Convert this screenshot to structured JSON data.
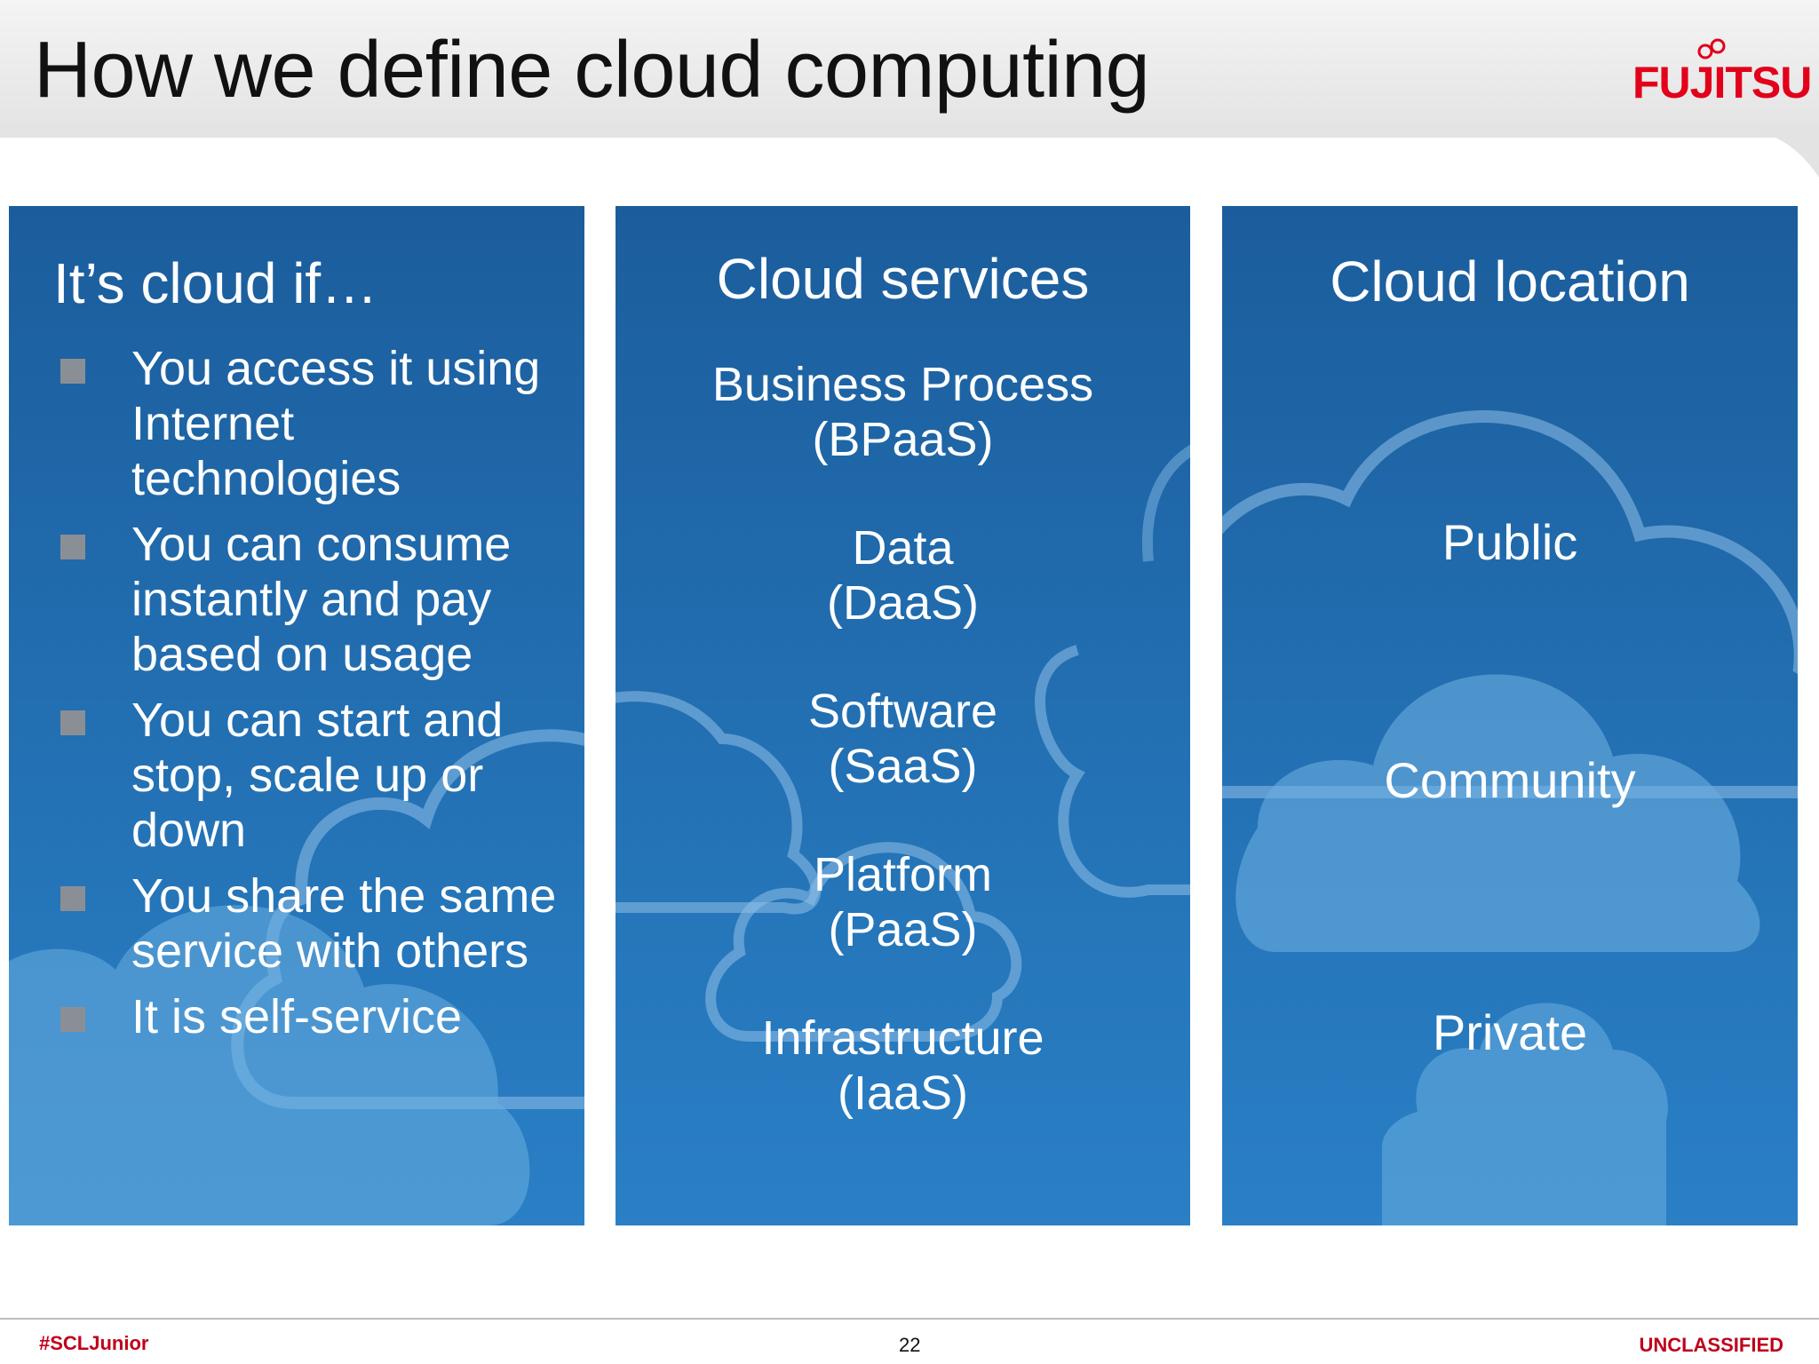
{
  "slide": {
    "title": "How we define cloud computing",
    "logo_text": "FUJITSU"
  },
  "panels": {
    "left": {
      "heading": "It’s cloud if…",
      "bullets": [
        "You access it using Internet technologies",
        "You can consume instantly and pay based on usage",
        "You can start and stop, scale up or down",
        "You share the same service with others",
        "It is self-service"
      ]
    },
    "middle": {
      "heading": "Cloud services",
      "services": [
        {
          "line1": "Business Process",
          "line2": "(BPaaS)"
        },
        {
          "line1": "Data",
          "line2": "(DaaS)"
        },
        {
          "line1": "Software",
          "line2": "(SaaS)"
        },
        {
          "line1": "Platform",
          "line2": "(PaaS)"
        },
        {
          "line1": "Infrastructure",
          "line2": "(IaaS)"
        }
      ]
    },
    "right": {
      "heading": "Cloud location",
      "locations": [
        "Public",
        "Community",
        "Private"
      ]
    }
  },
  "footer": {
    "hashtag": "#SCLJunior",
    "page_number": "22",
    "classification": "UNCLASSIFIED"
  },
  "colors": {
    "brand_red": "#e2001a",
    "panel_blue": "#2371b4",
    "bullet_gray": "#8a8f96"
  }
}
